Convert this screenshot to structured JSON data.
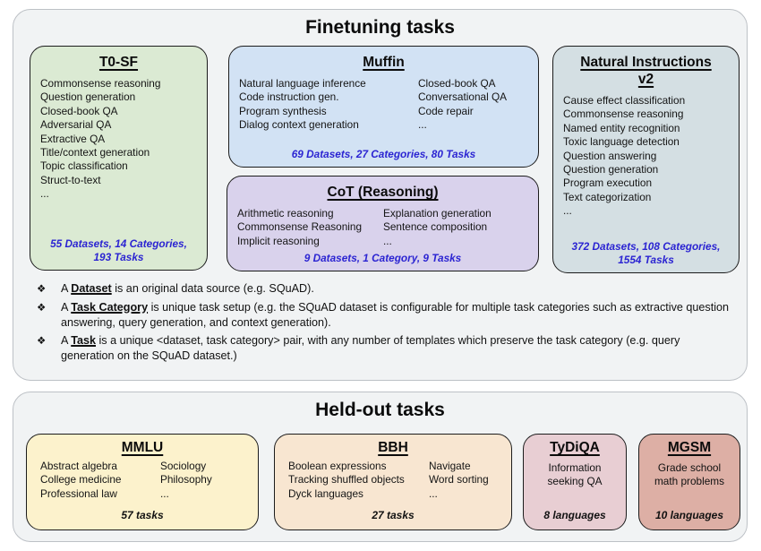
{
  "colors": {
    "panel_bg": "#f1f3f4",
    "panel_border": "#bdc1c6",
    "box_border": "#1c1c1c",
    "stats_blue": "#2b24d2",
    "t0sf_green": "#dbead3",
    "muffin_blue": "#d2e2f4",
    "cot_purple": "#d9d2ec",
    "niv2_gray_blue": "#d4dfe3",
    "mmlu_yellow": "#fcf2cc",
    "bbh_tan": "#f8e6d1",
    "tydiqa_pink": "#e8ced3",
    "mgsm_rose": "#ddafa5"
  },
  "finetuning": {
    "title": "Finetuning tasks",
    "t0sf": {
      "title": "T0-SF",
      "items": [
        "Commonsense reasoning",
        "Question generation",
        "Closed-book QA",
        "Adversarial QA",
        "Extractive QA",
        "Title/context generation",
        "Topic classification",
        "Struct-to-text",
        "..."
      ],
      "stats": "55 Datasets, 14 Categories, 193 Tasks"
    },
    "muffin": {
      "title": "Muffin",
      "col1": [
        "Natural language inference",
        "Code instruction gen.",
        "Program synthesis",
        "Dialog context generation"
      ],
      "col2": [
        "Closed-book QA",
        "Conversational QA",
        "Code repair",
        "..."
      ],
      "stats": "69 Datasets, 27 Categories, 80 Tasks"
    },
    "cot": {
      "title": "CoT (Reasoning)",
      "col1": [
        "Arithmetic reasoning",
        "Commonsense Reasoning",
        "Implicit reasoning"
      ],
      "col2": [
        "Explanation generation",
        "Sentence composition",
        "..."
      ],
      "stats": "9 Datasets, 1 Category, 9 Tasks"
    },
    "niv2": {
      "title": "Natural Instructions v2",
      "items": [
        "Cause effect classification",
        "Commonsense reasoning",
        "Named entity recognition",
        "Toxic language detection",
        "Question answering",
        "Question generation",
        "Program execution",
        "Text categorization",
        "..."
      ],
      "stats": "372 Datasets, 108 Categories, 1554 Tasks"
    },
    "notes_bullet": "❖",
    "notes": [
      {
        "prefix": "A ",
        "term": "Dataset",
        "rest": " is an original data source (e.g. SQuAD)."
      },
      {
        "prefix": "A ",
        "term": "Task Category",
        "rest": " is unique task setup (e.g. the SQuAD dataset is configurable for multiple task categories such as extractive question answering, query generation, and context generation)."
      },
      {
        "prefix": "A ",
        "term": "Task",
        "rest": " is a unique <dataset, task category> pair, with any number of templates which preserve the task category (e.g. query generation on the SQuAD dataset.)"
      }
    ]
  },
  "heldout": {
    "title": "Held-out tasks",
    "mmlu": {
      "title": "MMLU",
      "col1": [
        "Abstract algebra",
        "College medicine",
        "Professional law"
      ],
      "col2": [
        "Sociology",
        "Philosophy",
        "..."
      ],
      "stats": "57 tasks"
    },
    "bbh": {
      "title": "BBH",
      "col1": [
        "Boolean expressions",
        "Tracking shuffled objects",
        "Dyck languages"
      ],
      "col2": [
        "Navigate",
        "Word sorting",
        "..."
      ],
      "stats": "27 tasks"
    },
    "tydiqa": {
      "title": "TyDiQA",
      "desc": "Information seeking QA",
      "stats": "8 languages"
    },
    "mgsm": {
      "title": "MGSM",
      "desc": "Grade school math problems",
      "stats": "10 languages"
    }
  }
}
